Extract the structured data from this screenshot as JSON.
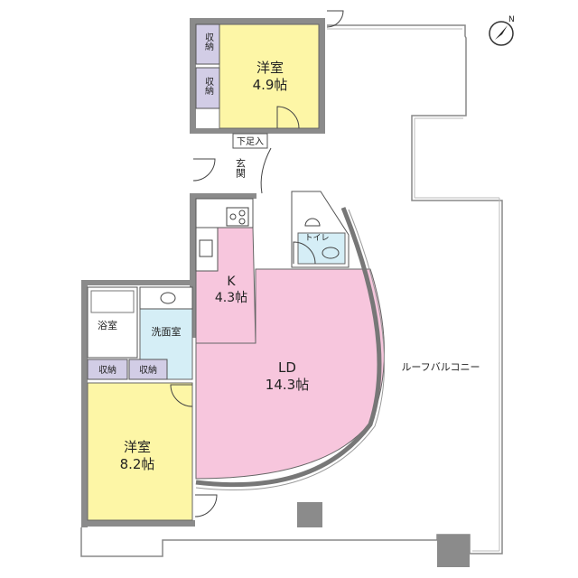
{
  "rooms": {
    "western_room_north": {
      "name": "洋室",
      "size": "4.9帖"
    },
    "western_room_south": {
      "name": "洋室",
      "size": "8.2帖"
    },
    "kitchen": {
      "name": "K",
      "size": "4.3帖"
    },
    "living_dining": {
      "name": "LD",
      "size": "14.3帖"
    },
    "washroom": {
      "name": "洗面室"
    },
    "bathroom": {
      "name": "浴室"
    },
    "toilet": {
      "name": "トイレ"
    },
    "entrance": {
      "name": "玄関"
    },
    "shoe_storage": {
      "name": "下足入"
    },
    "roof_balcony": {
      "name": "ルーフバルコニー"
    }
  },
  "storage": {
    "north_1": "収納",
    "north_2": "収納",
    "south_1": "収納",
    "south_2": "収納"
  },
  "compass": {
    "icon": "north-arrow-icon",
    "label": "N"
  },
  "colors": {
    "western_room": "#fdf6a6",
    "living_kitchen": "#f7c6dd",
    "water": "#d5eef6",
    "storage": "#d2cde6",
    "wall": "#8b8b8b"
  }
}
